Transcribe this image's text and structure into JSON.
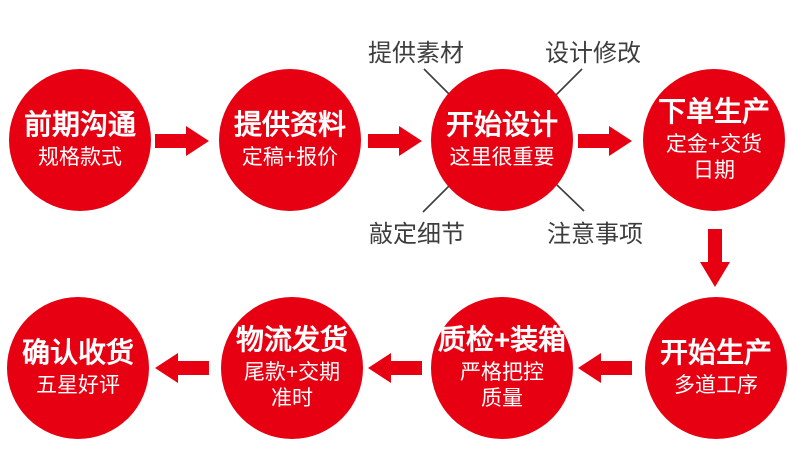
{
  "colors": {
    "primary_red": "#e60012",
    "label_text": "#3d3d3d",
    "circle_text": "#ffffff"
  },
  "nodes": [
    {
      "title": "前期沟通",
      "subtitle": "规格款式"
    },
    {
      "title": "提供资料",
      "subtitle": "定稿+报价"
    },
    {
      "title": "开始设计",
      "subtitle": "这里很重要"
    },
    {
      "title": "下单生产",
      "subtitle": "定金+交货\n日期"
    },
    {
      "title": "开始生产",
      "subtitle": "多道工序"
    },
    {
      "title": "质检+装箱",
      "subtitle": "严格把控\n质量"
    },
    {
      "title": "物流发货",
      "subtitle": "尾款+交期\n准时"
    },
    {
      "title": "确认收货",
      "subtitle": "五星好评"
    }
  ],
  "annotations": [
    {
      "text": "提供素材",
      "position": "top-left"
    },
    {
      "text": "设计修改",
      "position": "top-right"
    },
    {
      "text": "敲定细节",
      "position": "bottom-left"
    },
    {
      "text": "注意事项",
      "position": "bottom-right"
    }
  ]
}
